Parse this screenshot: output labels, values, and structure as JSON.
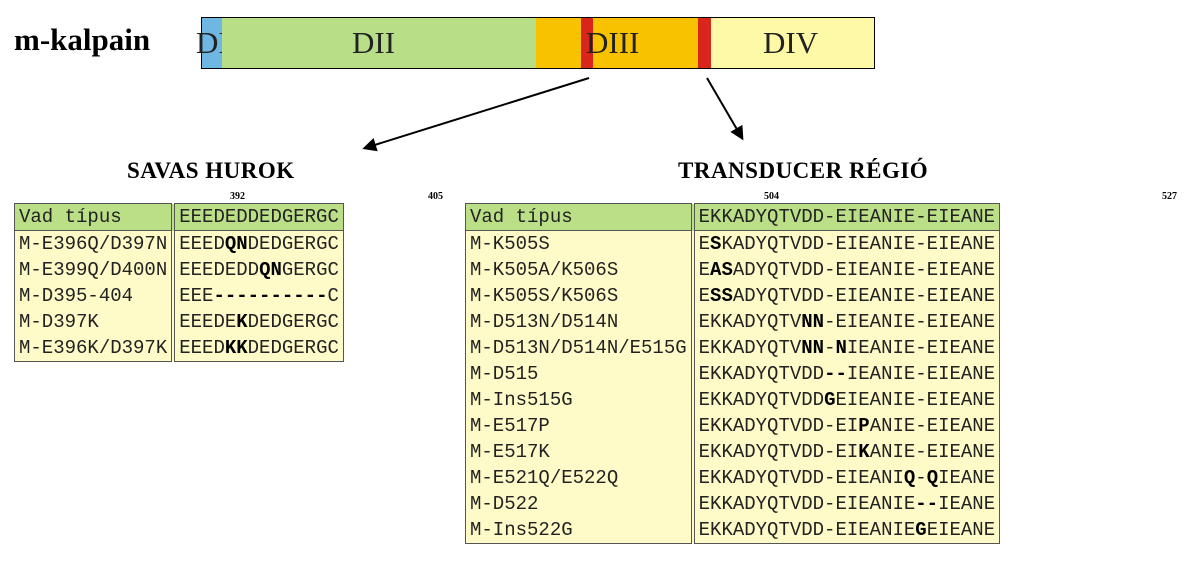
{
  "protein": "m-kalpain",
  "domains": [
    {
      "label": "DI",
      "color": "#6fb7e3"
    },
    {
      "label": "DII",
      "color": "#b8df88"
    },
    {
      "label": "DIII",
      "color": "#f9c200"
    },
    {
      "label": "DIV",
      "color": "#fef9a6"
    }
  ],
  "marker_color": "#d8261c",
  "acidic_loop": {
    "title": "SAVAS HUROK",
    "start": "392",
    "end": "405",
    "rows": [
      {
        "name": "Vad típus",
        "seq": [
          "EEEDEDDEDGERGC"
        ]
      },
      {
        "name": "M-E396Q/D397N",
        "seq": [
          "EEED",
          {
            "b": "QN"
          },
          "DEDGERGC"
        ]
      },
      {
        "name": "M-E399Q/D400N",
        "seq": [
          "EEEDEDD",
          {
            "b": "QN"
          },
          "GERGC"
        ]
      },
      {
        "name": "M-D395-404",
        "seq": [
          "EEE",
          {
            "b": "----------"
          },
          "C"
        ]
      },
      {
        "name": "M-D397K",
        "seq": [
          "EEEDE",
          {
            "b": "K"
          },
          "DEDGERGC"
        ]
      },
      {
        "name": "M-E396K/D397K",
        "seq": [
          "EEED",
          {
            "b": "KK"
          },
          "DEDGERGC"
        ]
      }
    ]
  },
  "transducer": {
    "title": "TRANSDUCER RÉGIÓ",
    "start": "504",
    "end": "527",
    "rows": [
      {
        "name": "Vad típus",
        "seq": [
          "EKKADYQTVDD-EIEANIE-EIEANE"
        ]
      },
      {
        "name": "M-K505S",
        "seq": [
          "E",
          {
            "b": "S"
          },
          "KADYQTVDD-EIEANIE-EIEANE"
        ]
      },
      {
        "name": "M-K505A/K506S",
        "seq": [
          "E",
          {
            "b": "AS"
          },
          "ADYQTVDD-EIEANIE-EIEANE"
        ]
      },
      {
        "name": "M-K505S/K506S",
        "seq": [
          "E",
          {
            "b": "SS"
          },
          "ADYQTVDD-EIEANIE-EIEANE"
        ]
      },
      {
        "name": "M-D513N/D514N",
        "seq": [
          "EKKADYQTV",
          {
            "b": "NN"
          },
          "-EIEANIE-EIEANE"
        ]
      },
      {
        "name": "M-D513N/D514N/E515G",
        "seq": [
          "EKKADYQTV",
          {
            "b": "NN"
          },
          "-",
          {
            "b": "N"
          },
          "IEANIE-EIEANE"
        ]
      },
      {
        "name": "M-D515",
        "seq": [
          "EKKADYQTVDD",
          {
            "b": "--"
          },
          "IEANIE-EIEANE"
        ]
      },
      {
        "name": "M-Ins515G",
        "seq": [
          "EKKADYQTVDD",
          {
            "b": "G"
          },
          "EIEANIE-EIEANE"
        ]
      },
      {
        "name": "M-E517P",
        "seq": [
          "EKKADYQTVDD-EI",
          {
            "b": "P"
          },
          "ANIE-EIEANE"
        ]
      },
      {
        "name": "M-E517K",
        "seq": [
          "EKKADYQTVDD-EI",
          {
            "b": "K"
          },
          "ANIE-EIEANE"
        ]
      },
      {
        "name": "M-E521Q/E522Q",
        "seq": [
          "EKKADYQTVDD-EIEANI",
          {
            "b": "Q"
          },
          "-",
          {
            "b": "Q"
          },
          "IEANE"
        ]
      },
      {
        "name": "M-D522",
        "seq": [
          "EKKADYQTVDD-EIEANIE",
          {
            "b": "--"
          },
          "IEANE"
        ]
      },
      {
        "name": "M-Ins522G",
        "seq": [
          "EKKADYQTVDD-EIEANIE",
          {
            "b": "G"
          },
          "EIEANE"
        ]
      }
    ]
  }
}
